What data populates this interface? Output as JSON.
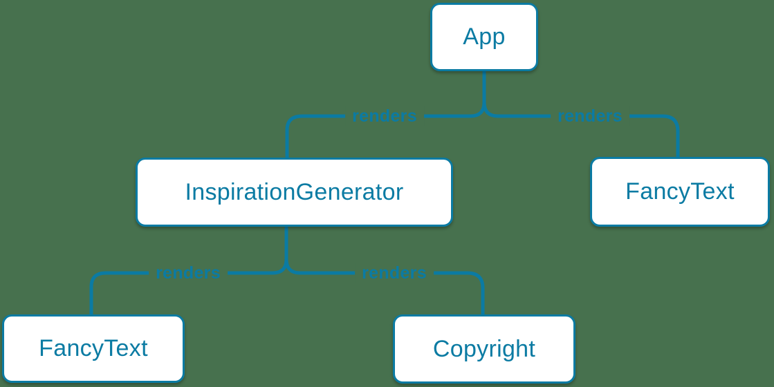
{
  "diagram": {
    "colors": {
      "background": "#47714e",
      "accent": "#0b7ba3",
      "node_fill": "#ffffff"
    },
    "nodes": [
      {
        "id": "app",
        "label": "App"
      },
      {
        "id": "inspiration-generator",
        "label": "InspirationGenerator"
      },
      {
        "id": "fancy-text-top",
        "label": "FancyText"
      },
      {
        "id": "fancy-text-bottom",
        "label": "FancyText"
      },
      {
        "id": "copyright",
        "label": "Copyright"
      }
    ],
    "edges": [
      {
        "from": "App",
        "to": "InspirationGenerator",
        "label": "renders"
      },
      {
        "from": "App",
        "to": "FancyText",
        "label": "renders"
      },
      {
        "from": "InspirationGenerator",
        "to": "FancyText",
        "label": "renders"
      },
      {
        "from": "InspirationGenerator",
        "to": "Copyright",
        "label": "renders"
      }
    ]
  }
}
